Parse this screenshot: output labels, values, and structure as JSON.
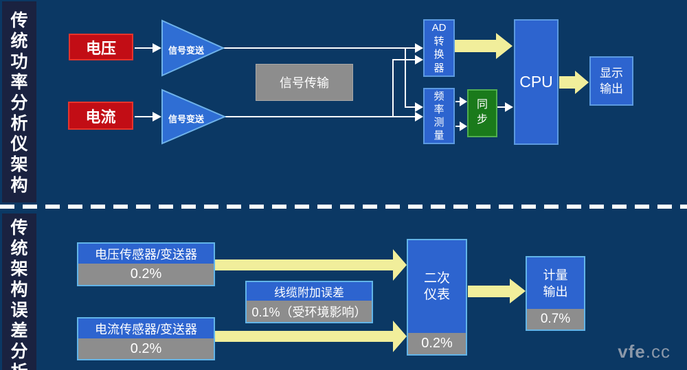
{
  "colors": {
    "background": "#0b3864",
    "sidebar": "#1a2240",
    "red_box": "#c20d15",
    "blue_box": "#2d64cf",
    "triangle_blue": "#2f6ed4",
    "green_box": "#1a7a1b",
    "gray_box": "#8d8d8d",
    "yellow_arrow": "#f1ee9b",
    "light_blue_border": "#62b4e8",
    "connector_white": "#ffffff"
  },
  "top": {
    "sidebar_title": "传统功率分析仪架构",
    "voltage_label": "电压",
    "current_label": "电流",
    "transducer1_label": "信号变送",
    "transducer2_label": "信号变送",
    "transmission_label": "信号传输",
    "ad_label": "AD\n转\n换\n器",
    "freq_label": "频\n率\n测\n量",
    "sync_label": "同\n步",
    "cpu_label": "CPU",
    "display_label": "显示\n输出"
  },
  "bottom": {
    "sidebar_title": "传统架构误差分析",
    "voltage_sensor_label": "电压传感器/变送器",
    "voltage_sensor_error": "0.2%",
    "current_sensor_label": "电流传感器/变送器",
    "current_sensor_error": "0.2%",
    "cable_label": "线缆附加误差",
    "cable_error": "0.1%（受环境影响）",
    "secondary_label": "二次\n仪表",
    "secondary_error": "0.2%",
    "metering_label": "计量\n输出",
    "metering_error": "0.7%"
  },
  "watermark": {
    "bold": "vfe",
    "rest": ".cc"
  }
}
